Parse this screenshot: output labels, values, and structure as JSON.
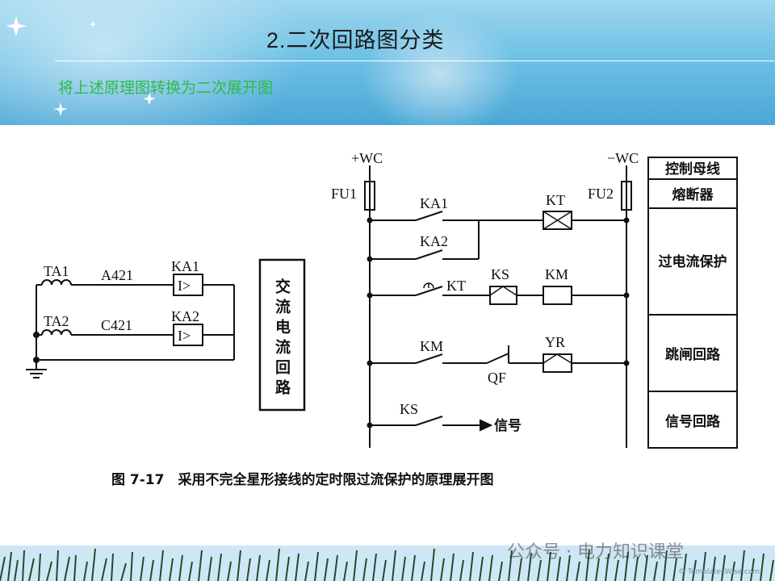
{
  "slide": {
    "title": "2.二次回路图分类",
    "subtitle": "将上述原理图转换为二次展开图"
  },
  "ac_circuit": {
    "ct1": "TA1",
    "ct2": "TA2",
    "wire1": "A421",
    "wire2": "C421",
    "relay1": "KA1",
    "relay2": "KA2",
    "relay_symbol": "I>",
    "vertical_label": "交流电流回路"
  },
  "dc_circuit": {
    "bus_pos": "+WC",
    "bus_neg": "−WC",
    "fuse1": "FU1",
    "fuse2": "FU2",
    "contact_ka1": "KA1",
    "contact_ka2": "KA2",
    "coil_kt": "KT",
    "contact_kt": "KT",
    "coil_ks": "KS",
    "coil_km": "KM",
    "contact_km": "KM",
    "breaker_aux": "QF",
    "coil_yr": "YR",
    "contact_ks": "KS",
    "signal_text": "信号"
  },
  "legend_boxes": [
    "控制母线",
    "熔断器",
    "过电流保护",
    "跳闸回路",
    "信号回路"
  ],
  "caption": "图 7-17　采用不完全星形接线的定时限过流保护的原理展开图",
  "watermark": "公众号 · 电力知识课堂",
  "credit": "© TemplatesWise.com"
}
